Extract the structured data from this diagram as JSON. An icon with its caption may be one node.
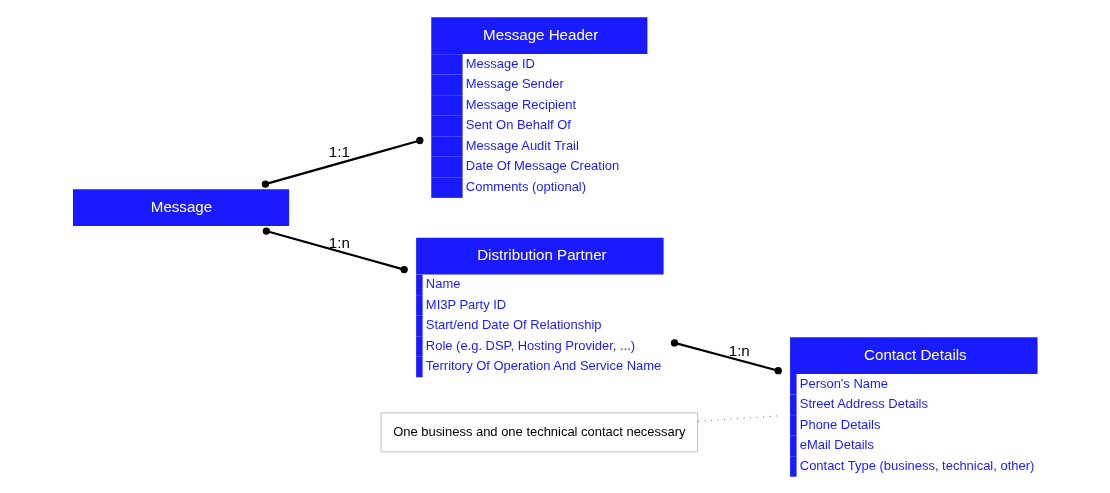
{
  "diagram": {
    "nodes": [
      {
        "text": [
          "Message"
        ]
      },
      {
        "text": [
          "Message Header",
          "Message ID",
          "Message Sender",
          "Message Recipient",
          "Sent On Behalf Of",
          "Message Audit Trail",
          "Date Of Message Creation",
          "Comments (optional)"
        ]
      },
      {
        "text": [
          "Distribution Partner",
          "Name",
          "MI3P Party ID",
          "Start/end Date Of Relationship",
          "Role (e.g. DSP, Hosting Provider, ...)",
          "Territory Of Operation And Service Name"
        ]
      },
      {
        "text": [
          "One business and one technical contact necessary"
        ]
      },
      {
        "text": [
          "Contact Details",
          "Person's Name",
          "Street Address Details",
          "Phone Details",
          "eMail Details",
          "Contact Type (business, technical, other)"
        ]
      }
    ],
    "edges": [
      {
        "from": 0,
        "to": 1,
        "arrow": "other",
        "label": "1:1"
      },
      {
        "from": 0,
        "to": 2,
        "arrow": "other",
        "label": "1:n"
      },
      {
        "from": 2,
        "to": 4,
        "arrow": "other",
        "label": "1:n"
      },
      {
        "from": 3,
        "to": 4,
        "arrow": "none",
        "style": "dashed",
        "color": "#888888"
      }
    ]
  }
}
